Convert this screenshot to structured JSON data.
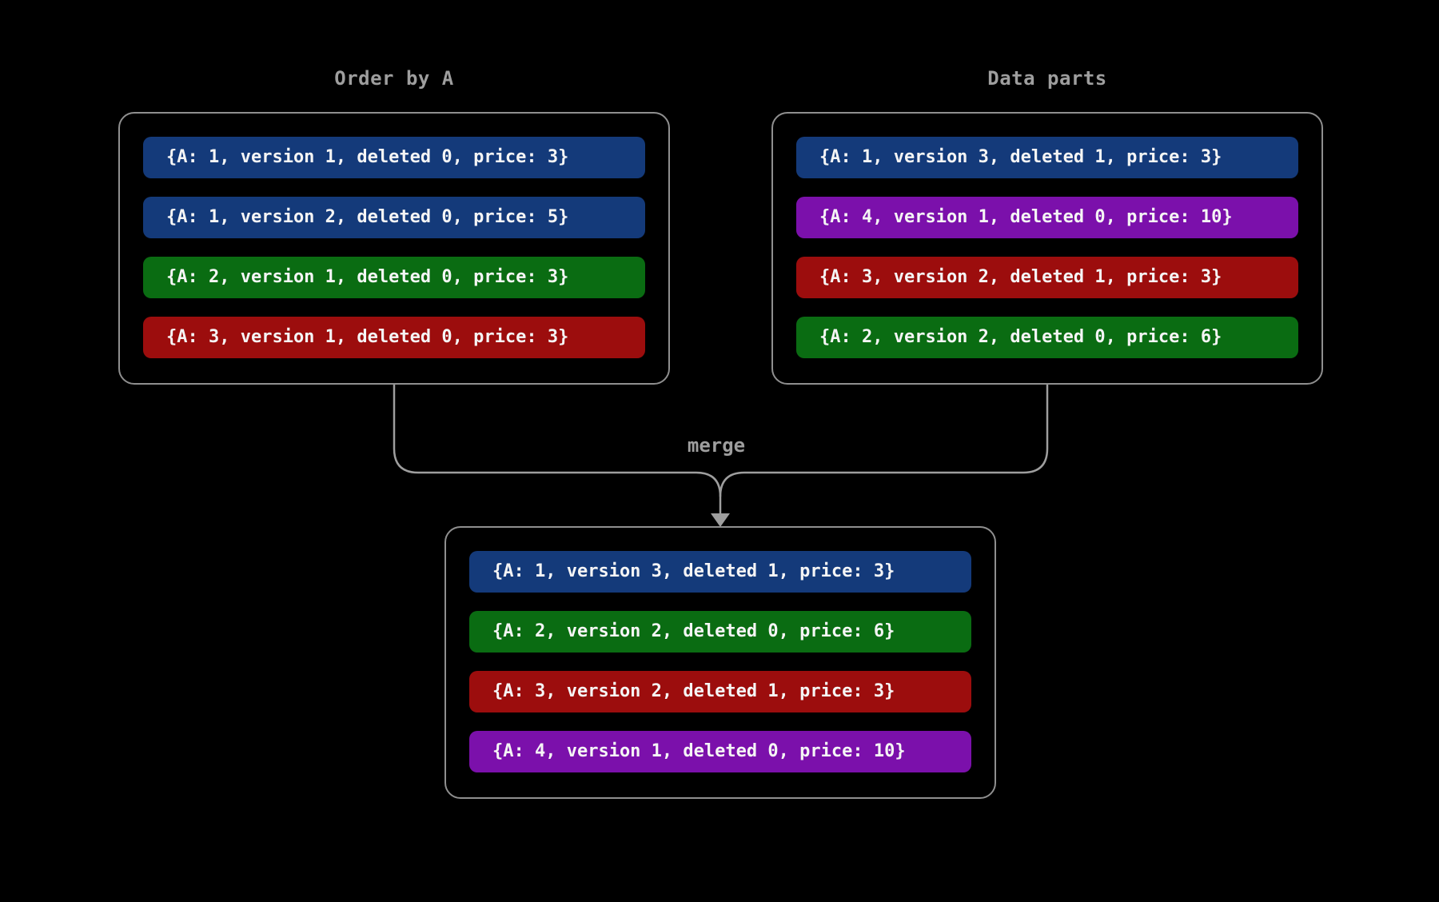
{
  "diagram": {
    "left_box": {
      "title": "Order by A",
      "rows": [
        {
          "text": "{A: 1, version 1, deleted 0, price: 3}",
          "color": "#143a7a"
        },
        {
          "text": "{A: 1, version 2, deleted 0, price: 5}",
          "color": "#143a7a"
        },
        {
          "text": "{A: 2, version 1, deleted 0, price: 3}",
          "color": "#0a6c12"
        },
        {
          "text": "{A: 3, version 1, deleted 0, price: 3}",
          "color": "#9c0d0d"
        }
      ]
    },
    "right_box": {
      "title": "Data parts",
      "rows": [
        {
          "text": "{A: 1, version 3, deleted 1, price: 3}",
          "color": "#143a7a"
        },
        {
          "text": "{A: 4, version 1, deleted 0, price: 10}",
          "color": "#7b10ab"
        },
        {
          "text": "{A: 3, version 2, deleted 1, price: 3}",
          "color": "#9c0d0d"
        },
        {
          "text": "{A: 2, version 2, deleted 0, price: 6}",
          "color": "#0a6c12"
        }
      ]
    },
    "merged_box": {
      "rows": [
        {
          "text": "{A: 1, version 3, deleted 1, price: 3}",
          "color": "#143a7a"
        },
        {
          "text": "{A: 2, version 2, deleted 0, price: 6}",
          "color": "#0a6c12"
        },
        {
          "text": "{A: 3, version 2, deleted 1, price: 3}",
          "color": "#9c0d0d"
        },
        {
          "text": "{A: 4, version 1, deleted 0, price: 10}",
          "color": "#7b10ab"
        }
      ]
    },
    "merge_label": "merge",
    "colors": {
      "background": "#000000",
      "box_border": "#8f8f8f",
      "title_text": "#9e9e9e",
      "row_text": "#f5f5f5",
      "connector": "#9e9e9e",
      "blue": "#143a7a",
      "green": "#0a6c12",
      "red": "#9c0d0d",
      "purple": "#7b10ab"
    }
  }
}
